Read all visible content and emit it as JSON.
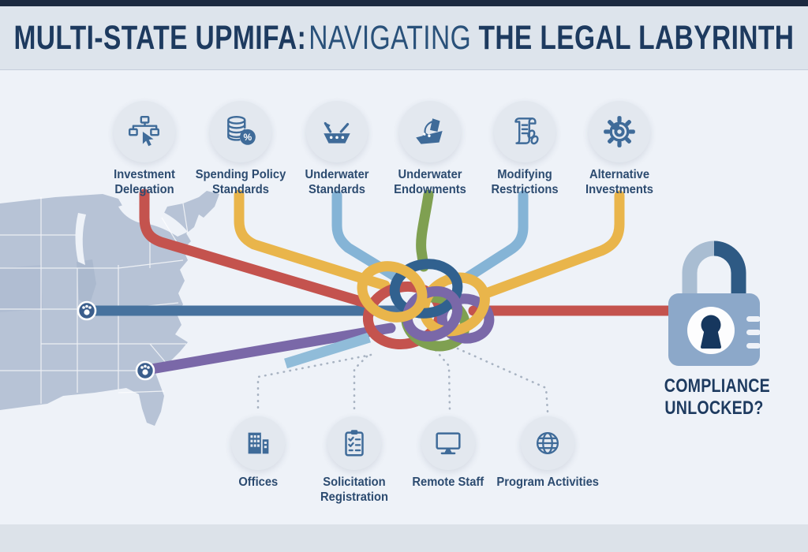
{
  "title": {
    "segment1": "MULTI-STATE UPMIFA:",
    "segment2": "NAVIGATING",
    "segment3": "THE LEGAL LABYRINTH"
  },
  "top_factors": [
    {
      "label": "Investment Delegation",
      "icon": "org-chart-hand-icon"
    },
    {
      "label": "Spending Policy Standards",
      "icon": "coin-stack-percent-icon"
    },
    {
      "label": "Underwater Standards",
      "icon": "sinking-rowboat-icon"
    },
    {
      "label": "Underwater Endowments",
      "icon": "sinking-ship-icon"
    },
    {
      "label": "Modifying Restrictions",
      "icon": "scroll-chain-icon"
    },
    {
      "label": "Alternative Investments",
      "icon": "gear-icon"
    }
  ],
  "bottom_factors": [
    {
      "label": "Offices",
      "icon": "building-icon"
    },
    {
      "label": "Solicitation Registration",
      "icon": "clipboard-checklist-icon"
    },
    {
      "label": "Remote Staff",
      "icon": "monitor-icon"
    },
    {
      "label": "Program Activities",
      "icon": "globe-icon"
    }
  ],
  "lock": {
    "caption_line1": "COMPLIANCE",
    "caption_line2": "UNLOCKED?"
  },
  "colors": {
    "page_bg": "#eef2f8",
    "banner_bg": "#dde4ec",
    "top_strip": "#1b2940",
    "footer_bg": "#dce2e9",
    "title_text": "#1d3a5f",
    "label_text": "#2c4b70",
    "icon_circle": "#e3e8ef",
    "icon_stroke": "#3f6b99",
    "line_red": "#c4534e",
    "line_gold": "#e9b54b",
    "line_lightblue": "#85b4d6",
    "line_green": "#7fa051",
    "line_steelblue": "#47729e",
    "line_purple": "#7a68a8",
    "line_knot_blue": "#31618f",
    "line_teal": "#90bcd9",
    "dashed_line": "#a8b3c2",
    "map_fill": "#b7c3d6",
    "lock_body": "#8ca8c9",
    "lock_shackle_light": "#a9bdd2",
    "lock_shackle_dark": "#2e5a84",
    "keyhole": "#16375e"
  }
}
